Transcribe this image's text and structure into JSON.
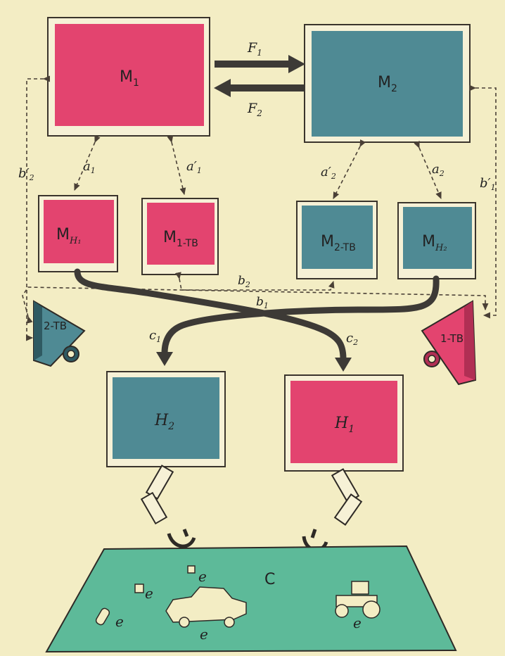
{
  "colors": {
    "background": "#f3edc4",
    "frame": "#f6f1d6",
    "outline": "#3a342c",
    "pink": "#e3446f",
    "teal": "#4f8a94",
    "table": "#5dba99",
    "dash": "#4a4036"
  },
  "blocks": {
    "m1": {
      "main": "M",
      "sub": "1"
    },
    "m2": {
      "main": "M",
      "sub": "2"
    },
    "mh1": {
      "main": "M",
      "sub": "H₁"
    },
    "m1tv": {
      "main": "M",
      "sub": "1-TB"
    },
    "m2tv": {
      "main": "M",
      "sub": "2-TB"
    },
    "mh2": {
      "main": "M",
      "sub": "H₂"
    },
    "h2": {
      "main": "H",
      "sub": "2"
    },
    "h1": {
      "main": "H",
      "sub": "1"
    }
  },
  "forces": {
    "f1": {
      "main": "F",
      "sub": "1"
    },
    "f2": {
      "main": "F",
      "sub": "2"
    }
  },
  "links": {
    "a1": {
      "main": "a",
      "sub": "1"
    },
    "a1p": {
      "main": "a′",
      "sub": "1"
    },
    "a2p": {
      "main": "a′",
      "sub": "2"
    },
    "a2": {
      "main": "a",
      "sub": "2"
    },
    "b2p": {
      "main": "b′",
      "sub": "2"
    },
    "b1p": {
      "main": "b′",
      "sub": "1"
    },
    "b2": {
      "main": "b",
      "sub": "2"
    },
    "b1": {
      "main": "b",
      "sub": "1"
    },
    "c1": {
      "main": "c",
      "sub": "1"
    },
    "c2": {
      "main": "c",
      "sub": "2"
    }
  },
  "cameras": {
    "cam2": "2-TB",
    "cam1": "1-TB"
  },
  "scene": {
    "table_label": "C",
    "object_label": "e"
  },
  "icons": [
    "tv-camera-icon",
    "manipulator-arm-icon",
    "car-toy-icon",
    "tractor-toy-icon",
    "cube-icon",
    "cylinder-icon"
  ]
}
